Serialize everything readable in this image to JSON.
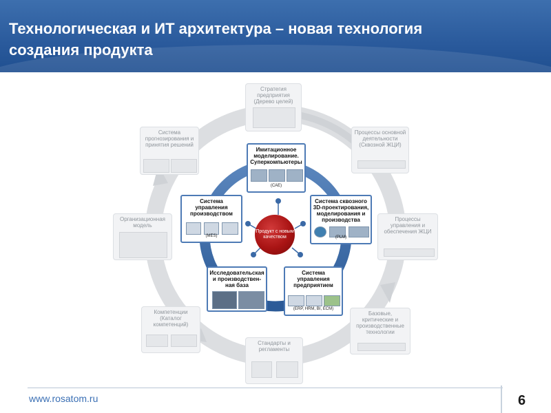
{
  "header": {
    "title": "Технологическая и ИТ архитектура – новая технология создания продукта"
  },
  "center": {
    "text": "Продукт с новым качеством"
  },
  "outer_nodes": [
    {
      "text": "Стратегия предприятия (Дерево целей)"
    },
    {
      "text": "Процессы основной деятельности (Сквозной ЖЦИ)"
    },
    {
      "text": "Процессы управления и обеспечения ЖЦИ"
    },
    {
      "text": "Базовые, критические и производственные технологии"
    },
    {
      "text": "Стандарты и регламенты"
    },
    {
      "text": "Компетенции (Каталог компетенций)"
    },
    {
      "text": "Организационная модель"
    },
    {
      "text": "Система прогнозирования и принятия решений"
    }
  ],
  "inner_nodes": [
    {
      "text": "Имитационное моделирование. Суперкомпьютеры",
      "sub": "(CAE)"
    },
    {
      "text": "Система сквозного 3D-проектирования, моделирования и производства",
      "sub": "(PLM)"
    },
    {
      "text": "Система управления предприятием",
      "sub": "(ERP, HRM, BI, ECM)"
    },
    {
      "text": "Исследовательская и производствен-ная база",
      "sub": ""
    },
    {
      "text": "Система управления производством",
      "sub": "(MES)"
    }
  ],
  "footer": {
    "url": "www.rosatom.ru",
    "page": "6"
  },
  "colors": {
    "header": "#2a5a9c",
    "ring_blue": "#3a69a6",
    "outer_ring": "#d9dcdf",
    "center": "#a91414"
  }
}
